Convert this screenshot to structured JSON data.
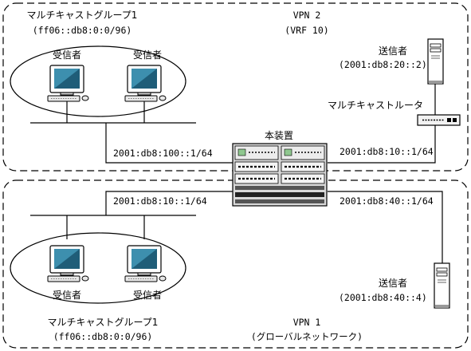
{
  "vpn2": {
    "title": "VPN 2",
    "subtitle": "(VRF 10)",
    "group_label": "マルチキャストグループ1",
    "group_address": "(ff06::db8:0:0/96)",
    "receiver1": "受信者",
    "receiver2": "受信者",
    "sender_label": "送信者",
    "sender_address": "(2001:db8:20::2)",
    "router_label": "マルチキャストルータ",
    "left_link_address": "2001:db8:100::1/64",
    "right_link_address": "2001:db8:10::1/64"
  },
  "device": {
    "label": "本装置"
  },
  "vpn1": {
    "title": "VPN 1",
    "subtitle": "(グローバルネットワーク)",
    "group_label": "マルチキャストグループ1",
    "group_address": "(ff06::db8:0:0/96)",
    "receiver1": "受信者",
    "receiver2": "受信者",
    "sender_label": "送信者",
    "sender_address": "(2001:db8:40::4)",
    "left_link_address": "2001:db8:10::1/64",
    "right_link_address": "2001:db8:40::1/64"
  }
}
